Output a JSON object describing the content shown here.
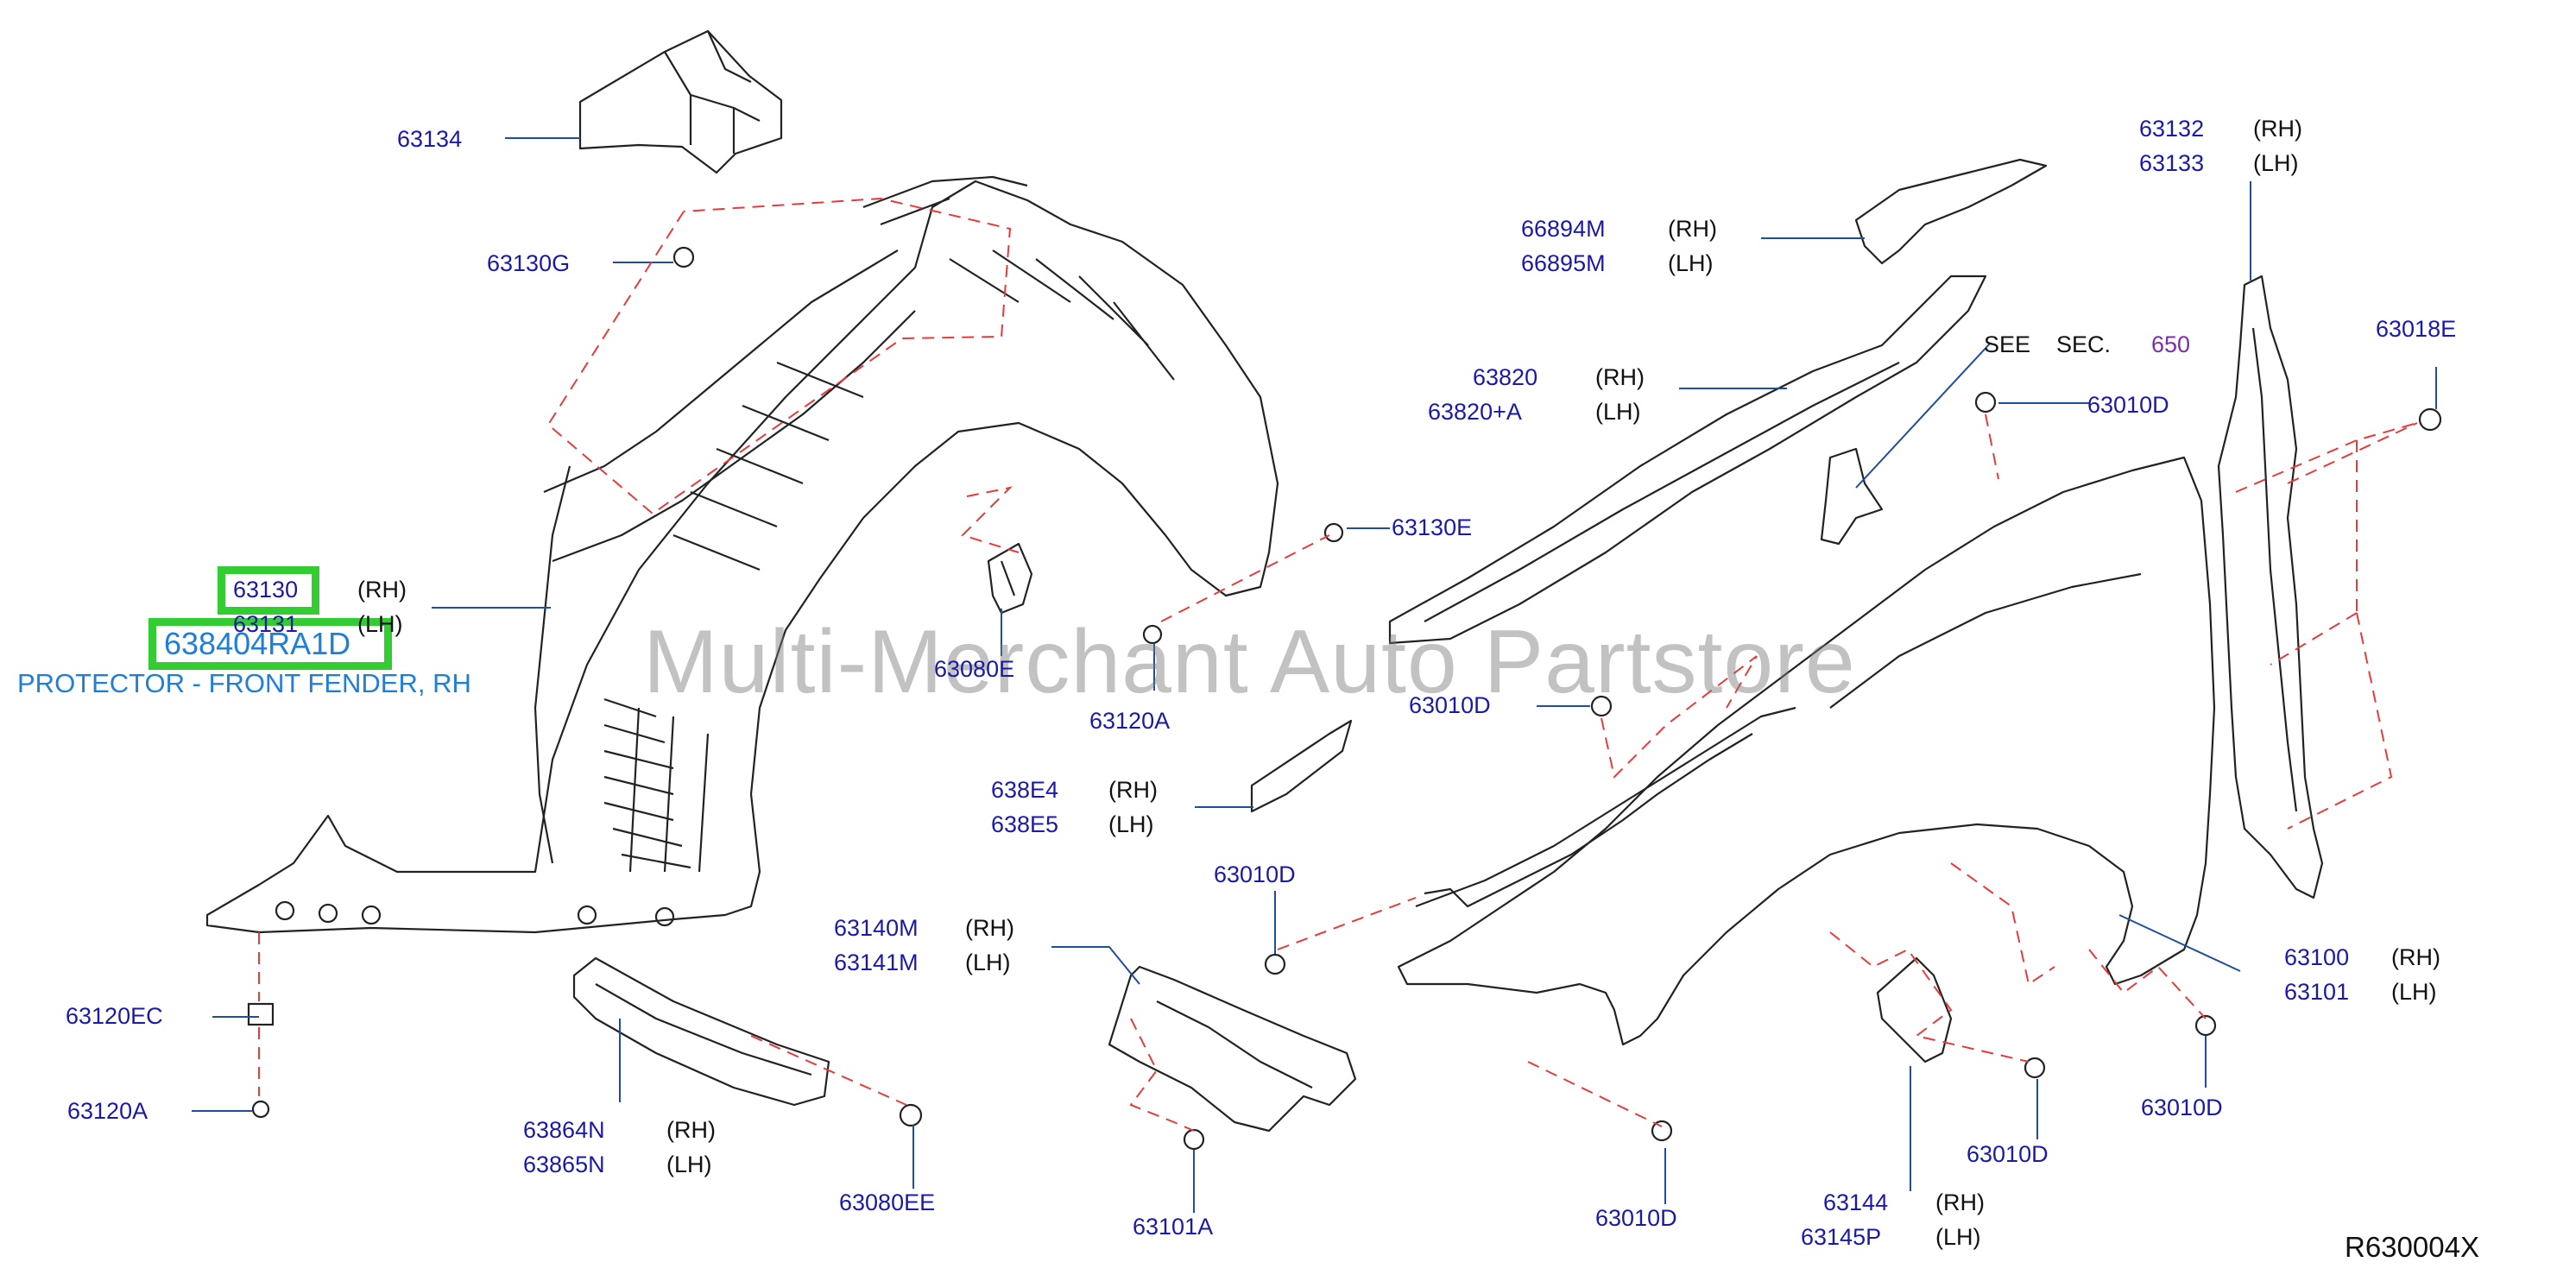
{
  "diagram": {
    "reference_code": "R630004X",
    "watermark": "Multi-Merchant Auto Partstore",
    "highlight": {
      "part_number": "63130",
      "oem_number": "638404RA1D",
      "description": "PROTECTOR - FRONT FENDER, RH"
    },
    "see_section": {
      "see": "SEE",
      "sec": "SEC.",
      "number": "650"
    },
    "labels": {
      "p63134": "63134",
      "p63130G": "63130G",
      "p63130": "63130",
      "p63130_side": "(RH)",
      "p63131": "63131",
      "p63131_side": "(LH)",
      "p63120EC": "63120EC",
      "p63120A_left": "63120A",
      "p63864N": "63864N",
      "p63864N_side": "(RH)",
      "p63865N": "63865N",
      "p63865N_side": "(LH)",
      "p63080EE": "63080EE",
      "p63080E": "63080E",
      "p63120A_mid": "63120A",
      "p63130E": "63130E",
      "p63140M": "63140M",
      "p63140M_side": "(RH)",
      "p63141M": "63141M",
      "p63141M_side": "(LH)",
      "p63101A": "63101A",
      "p638E4": "638E4",
      "p638E4_side": "(RH)",
      "p638E5": "638E5",
      "p638E5_side": "(LH)",
      "p63010D_a": "63010D",
      "p63010D_b": "63010D",
      "p63010D_c": "63010D",
      "p63010D_d": "63010D",
      "p63010D_e": "63010D",
      "p63010D_f": "63010D",
      "p66894M": "66894M",
      "p66894M_side": "(RH)",
      "p66895M": "66895M",
      "p66895M_side": "(LH)",
      "p63820": "63820",
      "p63820_side": "(RH)",
      "p63820A": "63820+A",
      "p63820A_side": "(LH)",
      "p63132": "63132",
      "p63132_side": "(RH)",
      "p63133": "63133",
      "p63133_side": "(LH)",
      "p63018E": "63018E",
      "p63100": "63100",
      "p63100_side": "(RH)",
      "p63101": "63101",
      "p63101_side": "(LH)",
      "p63144": "63144",
      "p63144_side": "(RH)",
      "p63145P": "63145P",
      "p63145P_side": "(LH)"
    }
  }
}
